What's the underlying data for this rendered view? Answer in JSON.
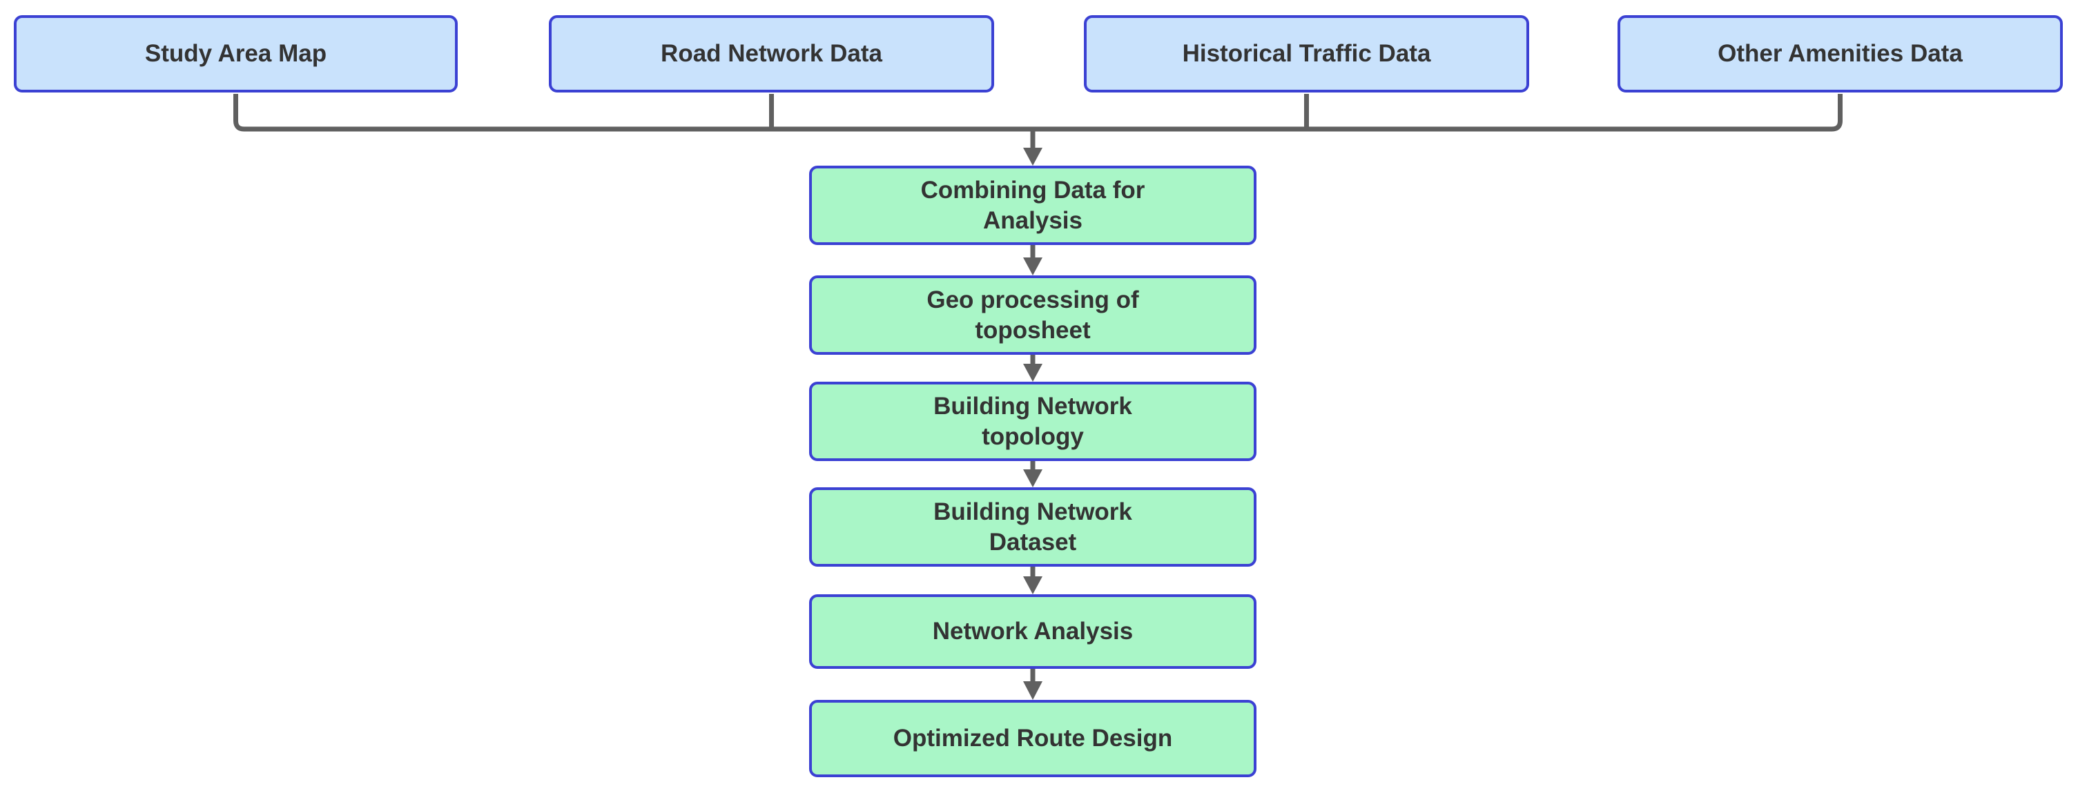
{
  "diagram": {
    "type": "flowchart",
    "colors": {
      "background": "#ffffff",
      "source_fill": "#c9e2fc",
      "step_fill": "#a9f6c7",
      "node_stroke": "#3b41d3",
      "connector": "#606060",
      "text": "#333333"
    },
    "sources": [
      {
        "label": "Study Area Map"
      },
      {
        "label": "Road Network Data"
      },
      {
        "label": "Historical Traffic Data"
      },
      {
        "label": "Other Amenities Data"
      }
    ],
    "steps": [
      {
        "label": "Combining Data for\nAnalysis"
      },
      {
        "label": "Geo processing of\ntoposheet"
      },
      {
        "label": "Building Network\ntopology"
      },
      {
        "label": "Building Network\nDataset"
      },
      {
        "label": "Network Analysis"
      },
      {
        "label": "Optimized Route Design"
      }
    ]
  }
}
